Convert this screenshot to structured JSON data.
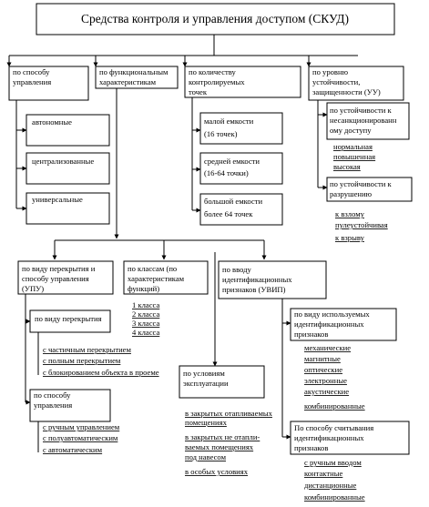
{
  "title": "Средства контроля и управления доступом (СКУД)",
  "col1": {
    "header": [
      "по способу",
      "управления"
    ],
    "items": [
      "автономные",
      "централизованные",
      "универсальные"
    ]
  },
  "col2": {
    "header": [
      "по функциональным",
      "характеристикам"
    ]
  },
  "col3": {
    "header": [
      "по количеству",
      "контролируемых",
      "точек"
    ],
    "items": [
      [
        "малой емкости",
        "(16 точек)"
      ],
      [
        "средней емкости",
        "(16-64 точки)"
      ],
      [
        "большой емкости",
        "более 64 точек"
      ]
    ]
  },
  "col4": {
    "header": [
      "по уровню",
      "устойчивости,",
      "защищенности (УУ)"
    ],
    "nsd": {
      "header": [
        "по устойчивости к",
        "несанкционированн",
        "ому доступу"
      ],
      "items": [
        "нормальная",
        "повышенная",
        "высокая"
      ]
    },
    "razr": {
      "header": [
        "по устойчивости к",
        "разрушению"
      ],
      "items": [
        "к взлому",
        "пулеустойчивая",
        "к взрыву"
      ]
    }
  },
  "upu": {
    "header": [
      "по виду перекрытия и",
      "способу управления",
      "(УПУ)"
    ],
    "perekr": {
      "header": [
        "по виду перекрытия"
      ],
      "items": [
        "с частичным перекрытием",
        "с полным перекрытием",
        "с блокированием объекта в проеме"
      ]
    },
    "sposob": {
      "header": [
        "по способу",
        "управления"
      ],
      "items": [
        "с ручным управлением",
        "с полуавтоматическим",
        "с автоматическим"
      ]
    }
  },
  "classes": {
    "header": [
      "по классам (по",
      "характеристикам",
      "функций)"
    ],
    "items": [
      "1 класса",
      "2 класса",
      "3 класса",
      "4 класса"
    ]
  },
  "expl": {
    "header": [
      "по условиям",
      "эксплуатации"
    ],
    "items": [
      "в закрытых отапливаемых",
      "помещениях",
      "в закрытых не отапли-",
      "ваемых помещениях",
      "под навесом",
      "в особых условиях"
    ]
  },
  "uvip": {
    "header": [
      "по вводу",
      "идентификационных",
      "признаков (УВИП)"
    ],
    "vid": {
      "header": [
        "по виду используемых",
        "идентификационных",
        "признаков"
      ],
      "items": [
        "механические",
        "магнитные",
        "оптические",
        "электронные",
        "акустические",
        "комбинированные"
      ]
    },
    "scit": {
      "header": [
        "По способу считывания",
        "идентификационных",
        "признаков"
      ],
      "items": [
        "с ручным вводом",
        "контактные",
        "дистанционные",
        "комбинированные"
      ]
    }
  }
}
